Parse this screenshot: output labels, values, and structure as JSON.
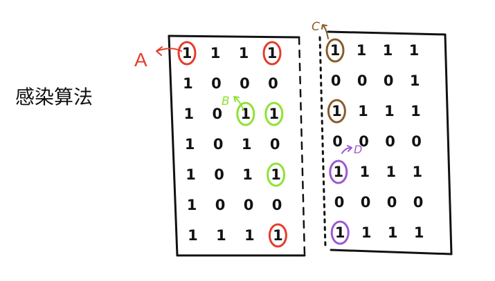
{
  "title": "感染算法",
  "labels": {
    "A": "A",
    "B": "B",
    "C": "C",
    "D": "D"
  },
  "colors": {
    "A": "#e53b2c",
    "B": "#8fe233",
    "C": "#8a5a2b",
    "D": "#9b59d0",
    "ink": "#111111"
  },
  "left_grid": [
    [
      "1",
      "1",
      "1",
      "1"
    ],
    [
      "1",
      "0",
      "0",
      "0"
    ],
    [
      "1",
      "0",
      "1",
      "1"
    ],
    [
      "1",
      "0",
      "1",
      "0"
    ],
    [
      "1",
      "0",
      "1",
      "1"
    ],
    [
      "1",
      "0",
      "0",
      "0"
    ],
    [
      "1",
      "1",
      "1",
      "1"
    ]
  ],
  "right_grid": [
    [
      "1",
      "1",
      "1",
      "1"
    ],
    [
      "0",
      "0",
      "0",
      "1"
    ],
    [
      "1",
      "1",
      "1",
      "1"
    ],
    [
      "0",
      "0",
      "0",
      "0"
    ],
    [
      "1",
      "1",
      "1",
      "1"
    ],
    [
      "0",
      "0",
      "0",
      "0"
    ],
    [
      "1",
      "1",
      "1",
      "1"
    ]
  ],
  "highlights": [
    {
      "grid": "left",
      "row": 0,
      "col": 0,
      "label": "A"
    },
    {
      "grid": "left",
      "row": 0,
      "col": 3,
      "label": "A"
    },
    {
      "grid": "left",
      "row": 2,
      "col": 2,
      "label": "B"
    },
    {
      "grid": "left",
      "row": 2,
      "col": 3,
      "label": "B"
    },
    {
      "grid": "left",
      "row": 4,
      "col": 3,
      "label": "B"
    },
    {
      "grid": "left",
      "row": 6,
      "col": 3,
      "label": "A"
    },
    {
      "grid": "right",
      "row": 0,
      "col": 0,
      "label": "C"
    },
    {
      "grid": "right",
      "row": 2,
      "col": 0,
      "label": "C"
    },
    {
      "grid": "right",
      "row": 4,
      "col": 0,
      "label": "D"
    },
    {
      "grid": "right",
      "row": 6,
      "col": 0,
      "label": "D"
    }
  ]
}
